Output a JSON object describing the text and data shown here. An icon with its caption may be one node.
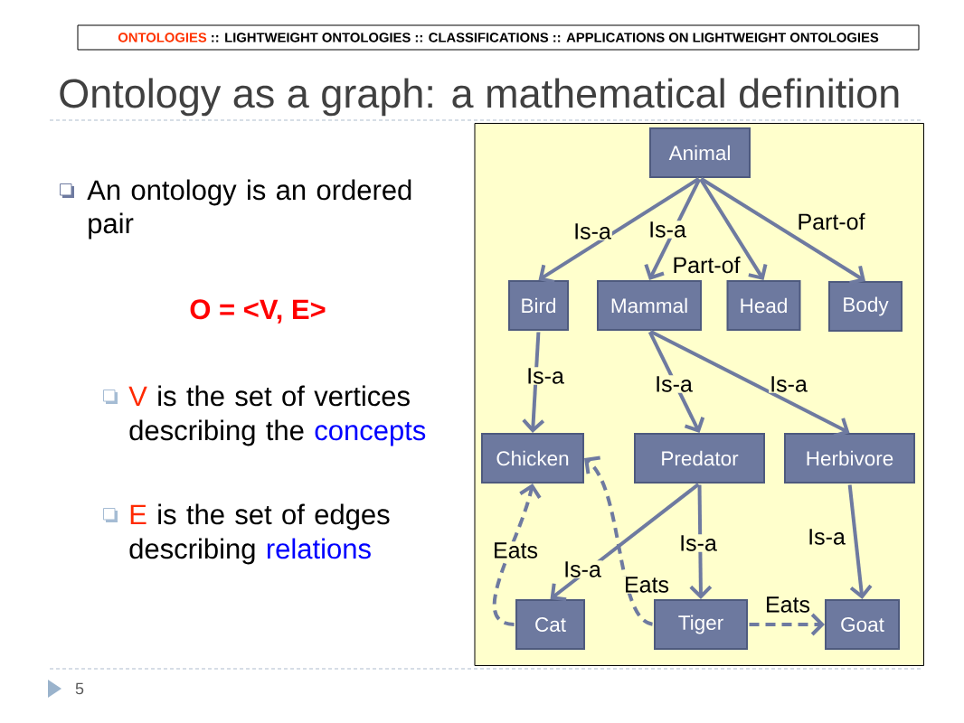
{
  "diagram": {
    "title": "Ontology as a graph: a mathematical definition",
    "nodes": [
      {
        "text": [
          "ONTOLOGIES",
          ":: LIGHTWEIGHT ONTOLOGIES :: CLASSIFICATIONS :: APPLICATIONS ON LIGHTWEIGHT ONTOLOGIES"
        ]
      },
      {
        "text": [
          "Animal"
        ]
      },
      {
        "text": [
          "Bird"
        ]
      },
      {
        "text": [
          "Mammal"
        ]
      },
      {
        "text": [
          "Head"
        ]
      },
      {
        "text": [
          "Body"
        ]
      },
      {
        "text": [
          "Chicken"
        ]
      },
      {
        "text": [
          "Predator"
        ]
      },
      {
        "text": [
          "Herbivore"
        ]
      },
      {
        "text": [
          "Cat"
        ]
      },
      {
        "text": [
          "Tiger"
        ]
      },
      {
        "text": [
          "Goat"
        ]
      }
    ],
    "edges": [
      {
        "from": 1,
        "to": 2,
        "arrow": "to",
        "label": "Is-a"
      },
      {
        "from": 1,
        "to": 3,
        "arrow": "to",
        "label": "Is-a"
      },
      {
        "from": 1,
        "to": 4,
        "arrow": "to",
        "label": "Part-of"
      },
      {
        "from": 1,
        "to": 5,
        "arrow": "to",
        "label": "Part-of"
      },
      {
        "from": 2,
        "to": 6,
        "arrow": "to",
        "label": "Is-a"
      },
      {
        "from": 3,
        "to": 7,
        "arrow": "to",
        "label": "Is-a"
      },
      {
        "from": 3,
        "to": 8,
        "arrow": "to",
        "label": "Is-a"
      },
      {
        "from": 7,
        "to": 9,
        "arrow": "to",
        "label": "Is-a"
      },
      {
        "from": 7,
        "to": 10,
        "arrow": "to",
        "label": "Is-a"
      },
      {
        "from": 8,
        "to": 11,
        "arrow": "to",
        "label": "Is-a"
      },
      {
        "from": 9,
        "to": 6,
        "arrow": "to",
        "label": "Eats",
        "style": "dashed"
      },
      {
        "from": 10,
        "to": 6,
        "arrow": "to",
        "label": "Eats",
        "style": "dashed"
      },
      {
        "from": 10,
        "to": 11,
        "arrow": "to",
        "label": "Eats",
        "style": "dashed"
      }
    ],
    "labels": [
      "An ontology is an ordered pair",
      "O = <V, E>",
      "V",
      "is the set of vertices describing the",
      "concepts",
      "E",
      "is the set of edges describing",
      "relations",
      "5"
    ]
  }
}
